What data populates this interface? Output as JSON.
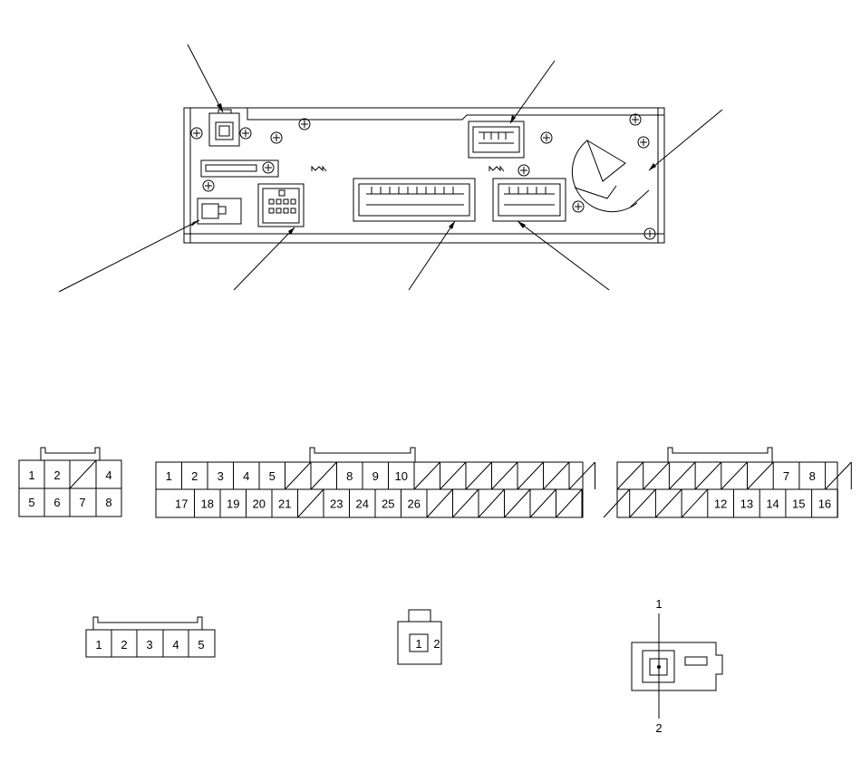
{
  "connector_8pin": {
    "row1": [
      "1",
      "2",
      "",
      "4"
    ],
    "row2": [
      "5",
      "6",
      "7",
      "8"
    ]
  },
  "connector_26pin": {
    "row1": [
      "1",
      "2",
      "3",
      "4",
      "5",
      "",
      "",
      "8",
      "9",
      "10",
      "",
      "",
      "",
      "",
      "",
      "",
      ""
    ],
    "row2": [
      "17",
      "18",
      "19",
      "20",
      "21",
      "",
      "23",
      "24",
      "25",
      "26",
      "",
      "",
      "",
      "",
      "",
      ""
    ]
  },
  "connector_16pin": {
    "row1": [
      "",
      "",
      "",
      "",
      "",
      "",
      "7",
      "8",
      ""
    ],
    "row2": [
      "",
      "",
      "",
      "",
      "12",
      "13",
      "14",
      "15",
      "16"
    ]
  },
  "connector_5pin": {
    "pins": [
      "1",
      "2",
      "3",
      "4",
      "5"
    ]
  },
  "connector_2pin": {
    "pin1": "1",
    "pin2": "2"
  },
  "antenna_jack": {
    "top_label": "1",
    "bottom_label": "2"
  }
}
